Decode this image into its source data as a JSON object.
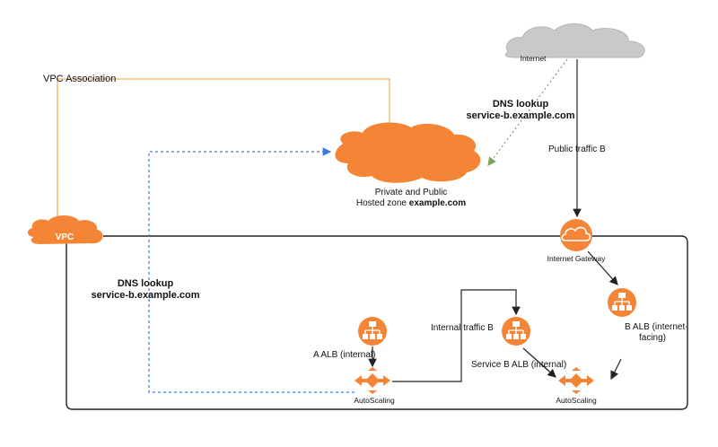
{
  "labels": {
    "internet": "Internet",
    "vpc_association": "VPC Association",
    "dns_lookup_top_1": "DNS lookup",
    "dns_lookup_top_2": "service-b.example.com",
    "public_traffic": "Public traffic B",
    "hosted_zone_1": "Private and Public",
    "hosted_zone_2_prefix": "Hosted zone ",
    "hosted_zone_2_domain": "example.com",
    "vpc_badge": "VPC",
    "internet_gateway": "Internet Gateway",
    "dns_lookup_left_1": "DNS lookup",
    "dns_lookup_left_2": "service-b.example.com",
    "b_alb_1": "B ALB (internet-",
    "b_alb_2": "facing)",
    "internal_traffic": "Internal traffic B",
    "a_alb": "A ALB (internal)",
    "service_b_alb": "Service B ALB (internal)",
    "autoscaling_left": "AutoScaling",
    "autoscaling_right": "AutoScaling"
  },
  "colors": {
    "aws_orange": "#f58536",
    "vpc_line": "#f2b45f",
    "dns_blue": "#3b7dd8",
    "dns_green": "#7aa35a",
    "cloud_gray": "#c9c9c9",
    "edge": "#222222"
  },
  "icons": {
    "internet_cloud": "cloud-icon",
    "route53": "route53-cloud-icon",
    "vpc": "vpc-cloud-icon",
    "gateway": "internet-gateway-icon",
    "alb": "load-balancer-icon",
    "autoscaling": "autoscaling-icon"
  }
}
